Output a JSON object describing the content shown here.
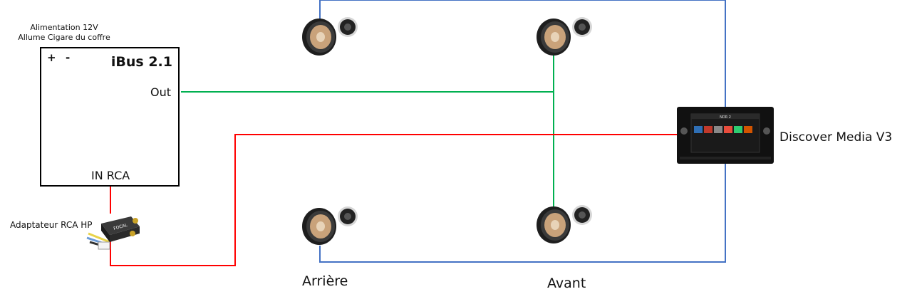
{
  "power": {
    "line1": "Alimentation 12V",
    "line2": "Allume Cigare du coffre"
  },
  "ibus": {
    "title": "iBus 2.1",
    "plus": "+",
    "minus": "-",
    "out": "Out",
    "in": "IN RCA"
  },
  "adapter": {
    "label": "Adaptateur RCA HP",
    "brand": "FOCAL"
  },
  "head_unit": {
    "label": "Discover Media V3",
    "screen_title": "NDR 2"
  },
  "labels": {
    "rear": "Arrière",
    "front": "Avant"
  },
  "colors": {
    "blue": "#4472c4",
    "green": "#00b050",
    "red": "#ff0000",
    "wood": "#c9a27a",
    "speaker_dark": "#2b2b2b"
  }
}
